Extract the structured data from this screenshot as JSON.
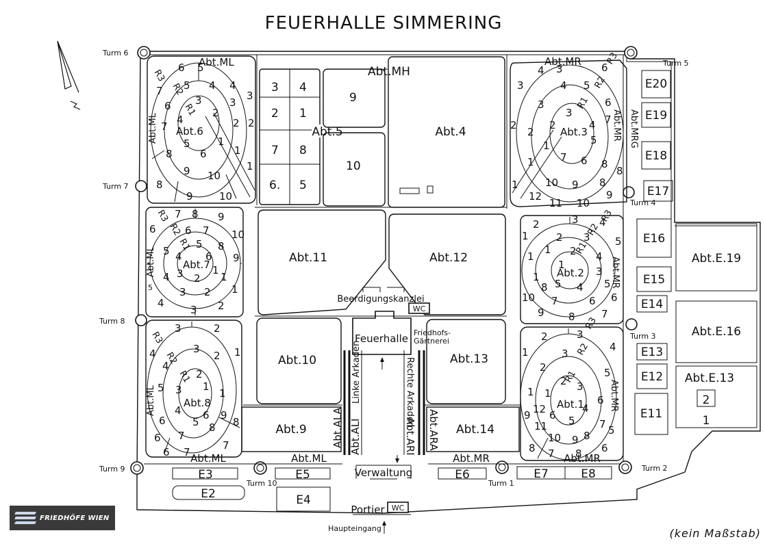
{
  "title": "FEUERHALLE SIMMERING",
  "scale_note": "(kein Maßstab)",
  "logo_text": "FRIEDHÖFE WIEN",
  "towers": {
    "t1": "Turm 1",
    "t2": "Turm 2",
    "t3": "Turm 3",
    "t4": "Turm 4",
    "t5": "Turm 5",
    "t6": "Turm 6",
    "t7": "Turm 7",
    "t8": "Turm 8",
    "t9": "Turm 9",
    "t10": "Turm 10"
  },
  "sections": {
    "abt4": "Abt.4",
    "abt5": "Abt.5",
    "abt6": "Abt.6",
    "abt7": "Abt.7",
    "abt8": "Abt.8",
    "abt9": "Abt.9",
    "abt10": "Abt.10",
    "abt11": "Abt.11",
    "abt12": "Abt.12",
    "abt13": "Abt.13",
    "abt14": "Abt.14",
    "abt1": "Abt.1",
    "abt2": "Abt.2",
    "abt3": "Abt.3",
    "ml": "Abt.ML",
    "mh": "Abt.MH",
    "mr": "Abt.MR",
    "mrg": "Abt.MRG",
    "ala": "Abt.ALA",
    "ali": "Abt.ALI",
    "ari": "Abt.ARI",
    "ara": "Abt.ARA",
    "e19": "Abt.E.19",
    "e16": "Abt.E.16",
    "e13": "Abt.E.13"
  },
  "plots": {
    "E2": "E2",
    "E3": "E3",
    "E4": "E4",
    "E5": "E5",
    "E6": "E6",
    "E7": "E7",
    "E8": "E8",
    "E11": "E11",
    "E12": "E12",
    "E13": "E13",
    "E14": "E14",
    "E15": "E15",
    "E16": "E16",
    "E17": "E17",
    "E18": "E18",
    "E19": "E19",
    "E20": "E20"
  },
  "buildings": {
    "feuerhalle": "Feuerhalle",
    "kanzlei": "Beerdigungskanzlei",
    "gaertnerei_1": "Friedhofs-",
    "gaertnerei_2": "Gärtnerei",
    "wc": "WC",
    "verwaltung": "Verwaltung",
    "portier": "Portier",
    "haupteingang": "Haupteingang",
    "linke_arkaden": "Linke Arkaden",
    "rechte_arkaden": "Rechte Arkaden"
  },
  "ring_labels": {
    "r1": "R1",
    "r2": "R2",
    "r3": "R3"
  },
  "abt5_cells": [
    "3",
    "4",
    "2",
    "1",
    "7",
    "8",
    "6.",
    "5"
  ],
  "block_numbers": {
    "n9": "9",
    "n10": "10",
    "n2": "2",
    "n1": "1"
  },
  "colors": {
    "ink": "#111111",
    "logo_bg": "#3a3a3a"
  }
}
